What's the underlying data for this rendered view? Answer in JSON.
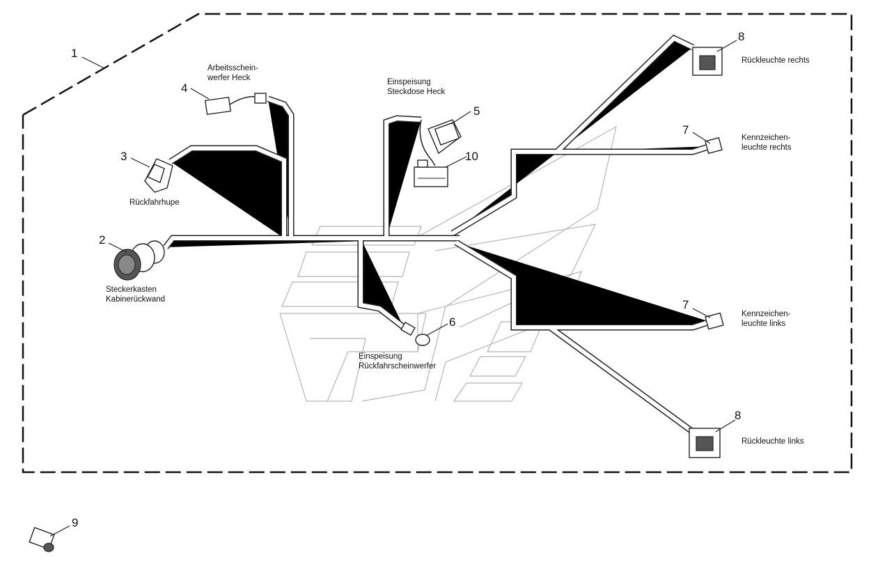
{
  "callouts": [
    {
      "id": "c1",
      "number": "1"
    },
    {
      "id": "c2",
      "number": "2",
      "label_lines": [
        "Steckerkasten",
        "Kabinerückwand"
      ]
    },
    {
      "id": "c3",
      "number": "3",
      "label_lines": [
        "Rückfahrhupe"
      ]
    },
    {
      "id": "c4",
      "number": "4",
      "label_lines": [
        "Arbeitsschein-",
        "werfer Heck"
      ]
    },
    {
      "id": "c5",
      "number": "5",
      "label_lines": [
        "Einspeisung",
        "Steckdose Heck"
      ]
    },
    {
      "id": "c6",
      "number": "6",
      "label_lines": [
        "Einspeisung",
        "Rückfahrscheinwerfer"
      ]
    },
    {
      "id": "c7a",
      "number": "7",
      "label_lines": [
        "Kennzeichen-",
        "leuchte rechts"
      ]
    },
    {
      "id": "c7b",
      "number": "7",
      "label_lines": [
        "Kennzeichen-",
        "leuchte links"
      ]
    },
    {
      "id": "c8a",
      "number": "8",
      "label_lines": [
        "Rückleuchte rechts"
      ]
    },
    {
      "id": "c8b",
      "number": "8",
      "label_lines": [
        "Rückleuchte links"
      ]
    },
    {
      "id": "c9",
      "number": "9"
    },
    {
      "id": "c10",
      "number": "10"
    }
  ]
}
